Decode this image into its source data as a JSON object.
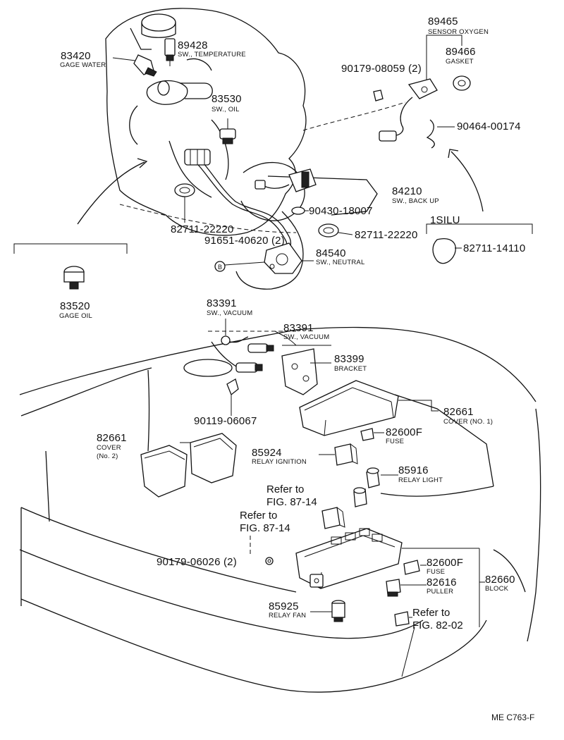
{
  "parts": [
    {
      "id": "p89465",
      "number": "89465",
      "caption": "SENSOR OXYGEN"
    },
    {
      "id": "p89428",
      "number": "89428",
      "caption": "SW., TEMPERATURE"
    },
    {
      "id": "p83420",
      "number": "83420",
      "caption": "GAGE WATER"
    },
    {
      "id": "p89466",
      "number": "89466",
      "caption": "GASKET"
    },
    {
      "id": "p90179_08059",
      "number": "90179-08059 (2)",
      "caption": ""
    },
    {
      "id": "p83530",
      "number": "83530",
      "caption": "SW., OIL"
    },
    {
      "id": "p90464",
      "number": "90464-00174",
      "caption": ""
    },
    {
      "id": "p84210",
      "number": "84210",
      "caption": "SW., BACK UP"
    },
    {
      "id": "p90430",
      "number": "90430-18007",
      "caption": ""
    },
    {
      "id": "p82711_a",
      "number": "82711-22220",
      "caption": ""
    },
    {
      "id": "p82711_b",
      "number": "82711-22220",
      "caption": ""
    },
    {
      "id": "p1silu",
      "number": "1SILU",
      "caption": ""
    },
    {
      "id": "p82711_c",
      "number": "82711-14110",
      "caption": ""
    },
    {
      "id": "p91651",
      "number": "91651-40620 (2)",
      "caption": ""
    },
    {
      "id": "p84540",
      "number": "84540",
      "caption": "SW., NEUTRAL"
    },
    {
      "id": "p83520",
      "number": "83520",
      "caption": "GAGE OIL"
    },
    {
      "id": "p83391_a",
      "number": "83391",
      "caption": "SW., VACUUM"
    },
    {
      "id": "p83391_b",
      "number": "83391",
      "caption": "SW., VACUUM"
    },
    {
      "id": "p83399",
      "number": "83399",
      "caption": "BRACKET"
    },
    {
      "id": "p82661_a",
      "number": "82661",
      "caption": "COVER (NO. 1)"
    },
    {
      "id": "p90119",
      "number": "90119-06067",
      "caption": ""
    },
    {
      "id": "p82661_b",
      "number": "82661",
      "caption": "COVER"
    },
    {
      "id": "p82600f_a",
      "number": "82600F",
      "caption": "FUSE"
    },
    {
      "id": "p85924",
      "number": "85924",
      "caption": "RELAY IGNITION"
    },
    {
      "id": "p85916",
      "number": "85916",
      "caption": "RELAY LIGHT"
    },
    {
      "id": "p90179_06026",
      "number": "90179-06026 (2)",
      "caption": ""
    },
    {
      "id": "p82600f_b",
      "number": "82600F",
      "caption": "FUSE"
    },
    {
      "id": "p82660",
      "number": "82660",
      "caption": "BLOCK"
    },
    {
      "id": "p82616",
      "number": "82616",
      "caption": "PULLER"
    },
    {
      "id": "p85925",
      "number": "85925",
      "caption": "RELAY FAN"
    }
  ],
  "cover2_sub": "(No. 2)",
  "refs": [
    {
      "id": "r1",
      "line1": "Refer to",
      "line2": "FIG. 87-14"
    },
    {
      "id": "r2",
      "line1": "Refer to",
      "line2": "FIG. 87-14"
    },
    {
      "id": "r3",
      "line1": "Refer to",
      "line2": "FIG. 82-02"
    }
  ],
  "diagram_code": "ME C763-F"
}
